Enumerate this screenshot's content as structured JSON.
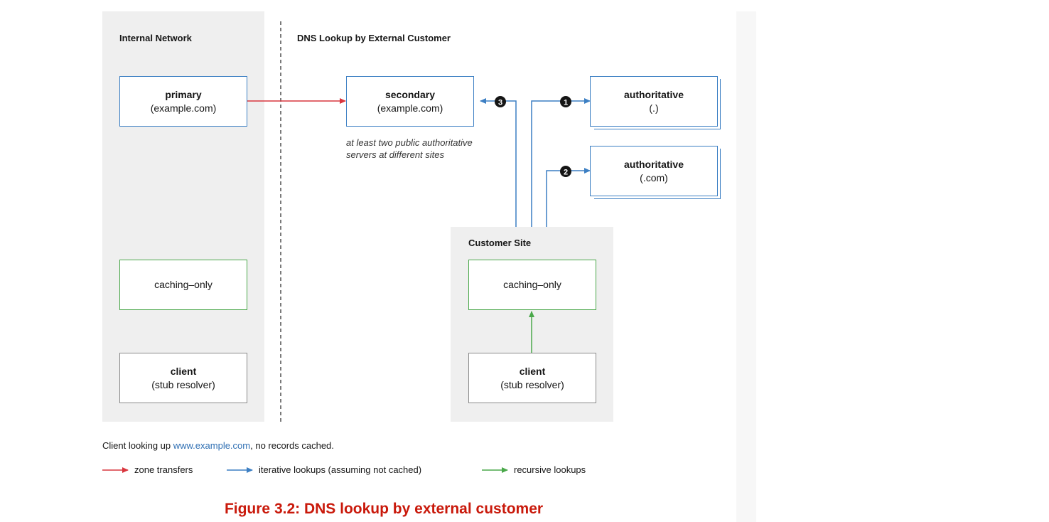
{
  "panels": {
    "internal": {
      "title": "Internal Network"
    },
    "external": {
      "title": "DNS Lookup by External Customer"
    },
    "customer": {
      "title": "Customer Site"
    }
  },
  "nodes": {
    "primary": {
      "name": "primary",
      "sub": "(example.com)"
    },
    "secondary": {
      "name": "secondary",
      "sub": "(example.com)"
    },
    "auth_root": {
      "name": "authoritative",
      "sub": "(.)"
    },
    "auth_com": {
      "name": "authoritative",
      "sub": "(.com)"
    },
    "internal_caching": {
      "name": "caching–only"
    },
    "internal_client": {
      "name": "client",
      "sub": "(stub resolver)"
    },
    "customer_caching": {
      "name": "caching–only"
    },
    "customer_client": {
      "name": "client",
      "sub": "(stub resolver)"
    }
  },
  "steps": [
    "1",
    "2",
    "3"
  ],
  "note": {
    "line1": "at least two public authoritative",
    "line2": "servers at different sites"
  },
  "caption": {
    "prefix": "Client looking up ",
    "link": "www.example.com",
    "suffix": ", no records cached."
  },
  "legend": {
    "zone": "zone transfers",
    "iterative": "iterative lookups (assuming not cached)",
    "recursive": "recursive lookups"
  },
  "colors": {
    "zone": "#d9363e",
    "iterative": "#3c7fc3",
    "recursive": "#4aa84a",
    "title": "#c9190b"
  },
  "figure_title": "Figure 3.2: DNS lookup by external customer"
}
